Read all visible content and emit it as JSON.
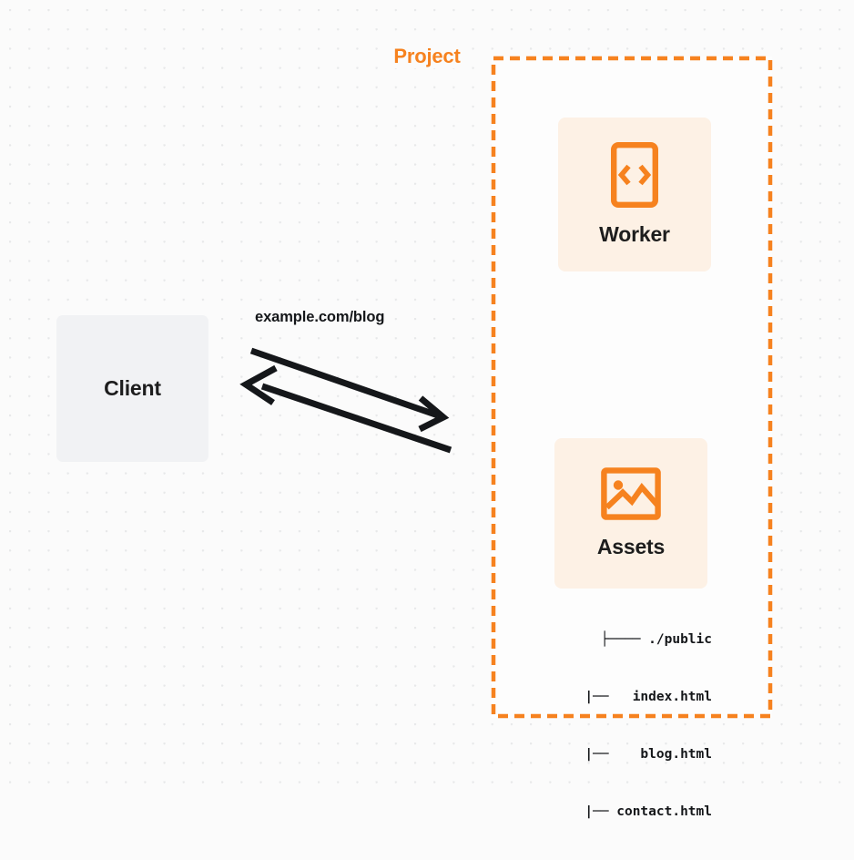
{
  "diagram": {
    "background": "#fbfbfb",
    "accent_color": "#f6821f",
    "card_bg": "#fdf1e5",
    "client_bg": "#f1f2f4"
  },
  "client": {
    "label": "Client",
    "icon": "client-box-icon"
  },
  "connector": {
    "label": "example.com/blog",
    "request_arrow": "arrow-client-to-project",
    "response_arrow": "arrow-project-to-client"
  },
  "project": {
    "title": "Project",
    "cards": [
      {
        "label": "Worker",
        "icon": "code-brackets-icon"
      },
      {
        "label": "Assets",
        "icon": "image-picture-icon"
      }
    ],
    "file_tree": [
      "├──── ./public",
      "   |──   index.html",
      "   |──    blog.html",
      "   |── contact.html"
    ]
  }
}
